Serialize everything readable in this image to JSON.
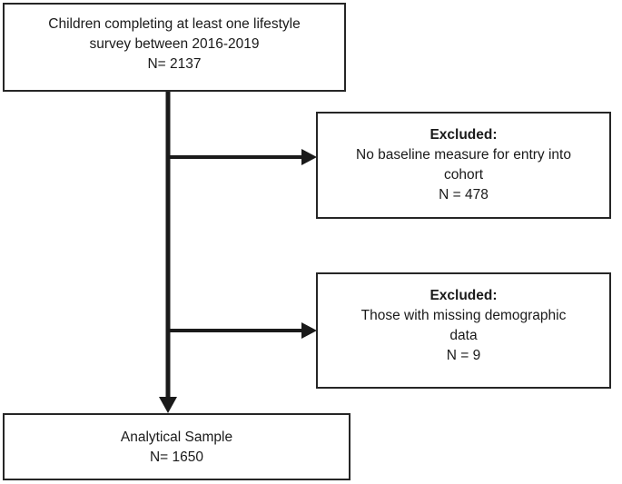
{
  "diagram": {
    "type": "participant-flow-chart",
    "title": "",
    "nodes": {
      "cohort": {
        "name": "cohort-box",
        "lines": [
          "Children completing at least one lifestyle",
          "survey between 2016-2019",
          "N= 2137"
        ],
        "count": 2137
      },
      "excluded_1": {
        "name": "excluded-box-1",
        "heading": "Excluded:",
        "lines": [
          "No baseline measure for entry into",
          "cohort",
          "N = 478"
        ],
        "count": 478
      },
      "excluded_2": {
        "name": "excluded-box-2",
        "heading": "Excluded:",
        "lines": [
          "Those with missing demographic",
          "data",
          "N = 9"
        ],
        "count": 9
      },
      "analytical": {
        "name": "analytical-sample-box",
        "lines": [
          "Analytical Sample",
          "N= 1650"
        ],
        "count": 1650
      }
    },
    "edges": [
      {
        "name": "trunk-arrow",
        "from": "cohort",
        "to": "analytical",
        "label": ""
      },
      {
        "name": "branch-arrow-1",
        "from": "cohort",
        "to": "excluded_1",
        "label": ""
      },
      {
        "name": "branch-arrow-2",
        "from": "cohort",
        "to": "excluded_2",
        "label": ""
      }
    ],
    "colors": {
      "stroke": "#262626",
      "text": "#1a1a1a",
      "background": "#ffffff"
    }
  }
}
